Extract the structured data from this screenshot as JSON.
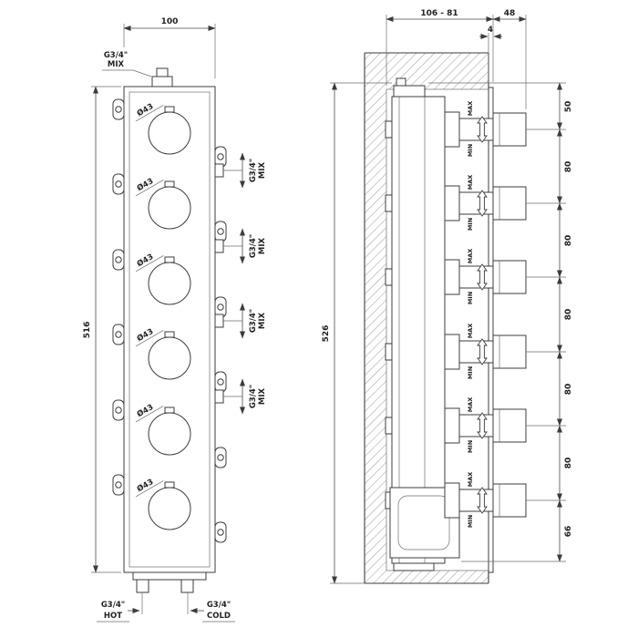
{
  "drawing": {
    "front": {
      "width_dim": "100",
      "height_dim": "516",
      "top_port_line1": "G3/4\"",
      "top_port_line2": "MIX",
      "knob_label": "Ø43",
      "side_port_line1": "G3/4\"",
      "side_port_line2": "MIX",
      "hot_line1": "G3/4\"",
      "hot_line2": "HOT",
      "cold_line1": "G3/4\"",
      "cold_line2": "COLD"
    },
    "section": {
      "depth_dim": "106 - 81",
      "knob_dim": "48",
      "plate_dim": "4",
      "height_dim": "526",
      "spacing_dims": [
        "50",
        "80",
        "80",
        "80",
        "80",
        "80",
        "66"
      ],
      "max_label": "MAX",
      "min_label": "MIN"
    }
  }
}
